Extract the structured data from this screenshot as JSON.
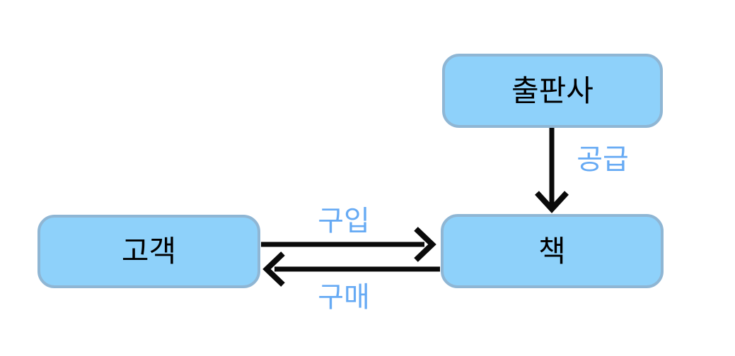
{
  "diagram": {
    "colors": {
      "canvas_bg": "#ffffff",
      "node_fill": "#8ed1fa",
      "node_border": "#8fb6d4",
      "arrow_color": "#0a0a0a",
      "edge_label_color": "#66aaf4",
      "node_text": "#000000"
    },
    "nodes": [
      {
        "id": "publisher",
        "label": "출판사"
      },
      {
        "id": "customer",
        "label": "고객"
      },
      {
        "id": "book",
        "label": "책"
      }
    ],
    "edges": [
      {
        "from": "publisher",
        "to": "book",
        "label": "공급",
        "direction": "down"
      },
      {
        "from": "customer",
        "to": "book",
        "label": "구입",
        "direction": "right"
      },
      {
        "from": "book",
        "to": "customer",
        "label": "구매",
        "direction": "left"
      }
    ]
  }
}
